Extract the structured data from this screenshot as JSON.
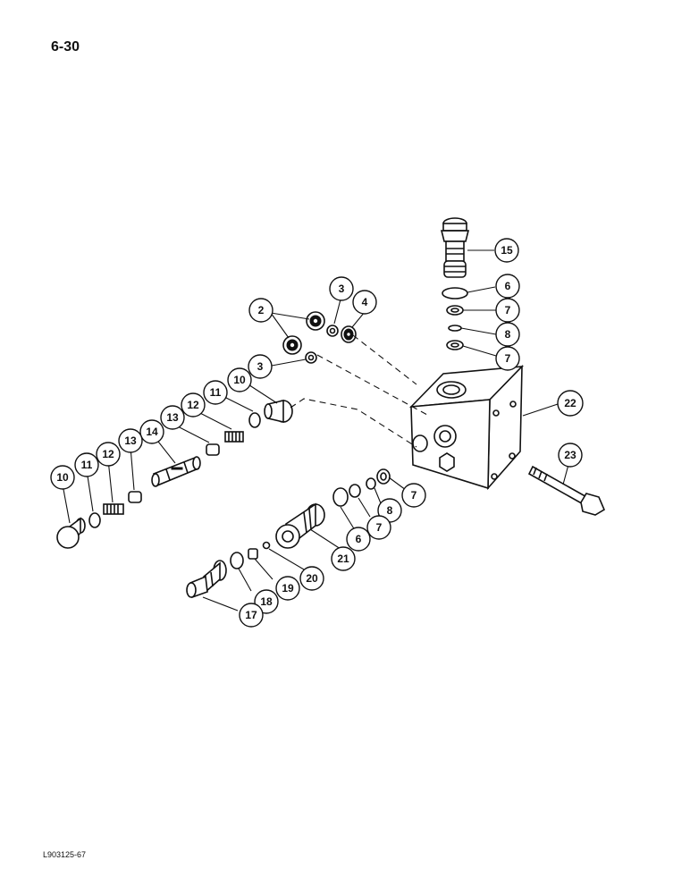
{
  "page": {
    "number": "6-30",
    "figure_code": "L903125-67"
  },
  "callouts": [
    {
      "key": "c15",
      "label": "15"
    },
    {
      "key": "c6a",
      "label": "6"
    },
    {
      "key": "c7a",
      "label": "7"
    },
    {
      "key": "c8a",
      "label": "8"
    },
    {
      "key": "c7b",
      "label": "7"
    },
    {
      "key": "c22",
      "label": "22"
    },
    {
      "key": "c2",
      "label": "2"
    },
    {
      "key": "c3a",
      "label": "3"
    },
    {
      "key": "c4",
      "label": "4"
    },
    {
      "key": "c3b",
      "label": "3"
    },
    {
      "key": "c10a",
      "label": "10"
    },
    {
      "key": "c11a",
      "label": "11"
    },
    {
      "key": "c12a",
      "label": "12"
    },
    {
      "key": "c13a",
      "label": "13"
    },
    {
      "key": "c14",
      "label": "14"
    },
    {
      "key": "c13b",
      "label": "13"
    },
    {
      "key": "c12b",
      "label": "12"
    },
    {
      "key": "c11b",
      "label": "11"
    },
    {
      "key": "c10b",
      "label": "10"
    },
    {
      "key": "c23",
      "label": "23"
    },
    {
      "key": "c7c",
      "label": "7"
    },
    {
      "key": "c8b",
      "label": "8"
    },
    {
      "key": "c7d",
      "label": "7"
    },
    {
      "key": "c6b",
      "label": "6"
    },
    {
      "key": "c21",
      "label": "21"
    },
    {
      "key": "c20",
      "label": "20"
    },
    {
      "key": "c19",
      "label": "19"
    },
    {
      "key": "c18",
      "label": "18"
    },
    {
      "key": "c17",
      "label": "17"
    }
  ]
}
